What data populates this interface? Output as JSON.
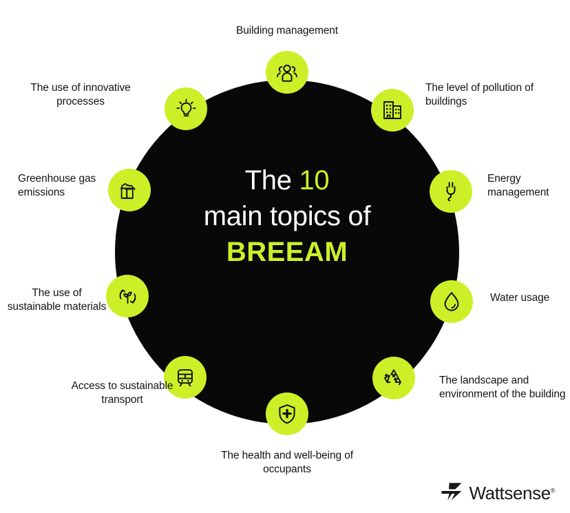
{
  "center": {
    "line1_plain": "The ",
    "line1_accent": "10",
    "line2": "main topics of",
    "line3": "BREEAM",
    "bg_color": "#080808",
    "text_color": "#FFFFFF",
    "accent_color": "#CCF028"
  },
  "theme": {
    "accent_green": "#CCF028",
    "dark": "#080808",
    "label_color": "#141414",
    "background": "#FFFFFF"
  },
  "topics": [
    {
      "id": "building-management",
      "label": "Building management",
      "icon": "people-group-icon",
      "position": "top"
    },
    {
      "id": "pollution-level",
      "label": "The level of pollution of buildings",
      "icon": "office-buildings-icon",
      "position": "top-right"
    },
    {
      "id": "energy-management",
      "label": "Energy management",
      "icon": "power-plug-icon",
      "position": "right-upper"
    },
    {
      "id": "water-usage",
      "label": "Water usage",
      "icon": "water-droplet-icon",
      "position": "right-lower"
    },
    {
      "id": "landscape-environment",
      "label": "The landscape and environment of the building",
      "icon": "recycle-icon",
      "position": "bottom-right"
    },
    {
      "id": "health-wellbeing",
      "label": "The health and well-being of occupants",
      "icon": "shield-cross-icon",
      "position": "bottom"
    },
    {
      "id": "sustainable-transport",
      "label": "Access to sustainable transport",
      "icon": "tram-icon",
      "position": "bottom-left"
    },
    {
      "id": "sustainable-materials",
      "label": "The use of sustainable materials",
      "icon": "recycle-plant-icon",
      "position": "left-lower"
    },
    {
      "id": "greenhouse-gas",
      "label": "Greenhouse gas emissions",
      "icon": "factory-smoke-icon",
      "position": "left-upper"
    },
    {
      "id": "innovative-processes",
      "label": "The use of innovative processes",
      "icon": "lightbulb-icon",
      "position": "top-left"
    }
  ],
  "labels": {
    "building_management": "Building management",
    "pollution": "The level of pollution of buildings",
    "energy": "Energy management",
    "water": "Water usage",
    "landscape": "The landscape and environment of the building",
    "health": "The health and well-being of occupants",
    "transport": "Access to sustainable transport",
    "materials": "The use of sustainable materials",
    "greenhouse": "Greenhouse gas emissions",
    "innovative": "The use of innovative processes"
  },
  "brand": {
    "name": "Wattsense",
    "trademark": "®",
    "mark": "lightning-bolt-icon"
  }
}
